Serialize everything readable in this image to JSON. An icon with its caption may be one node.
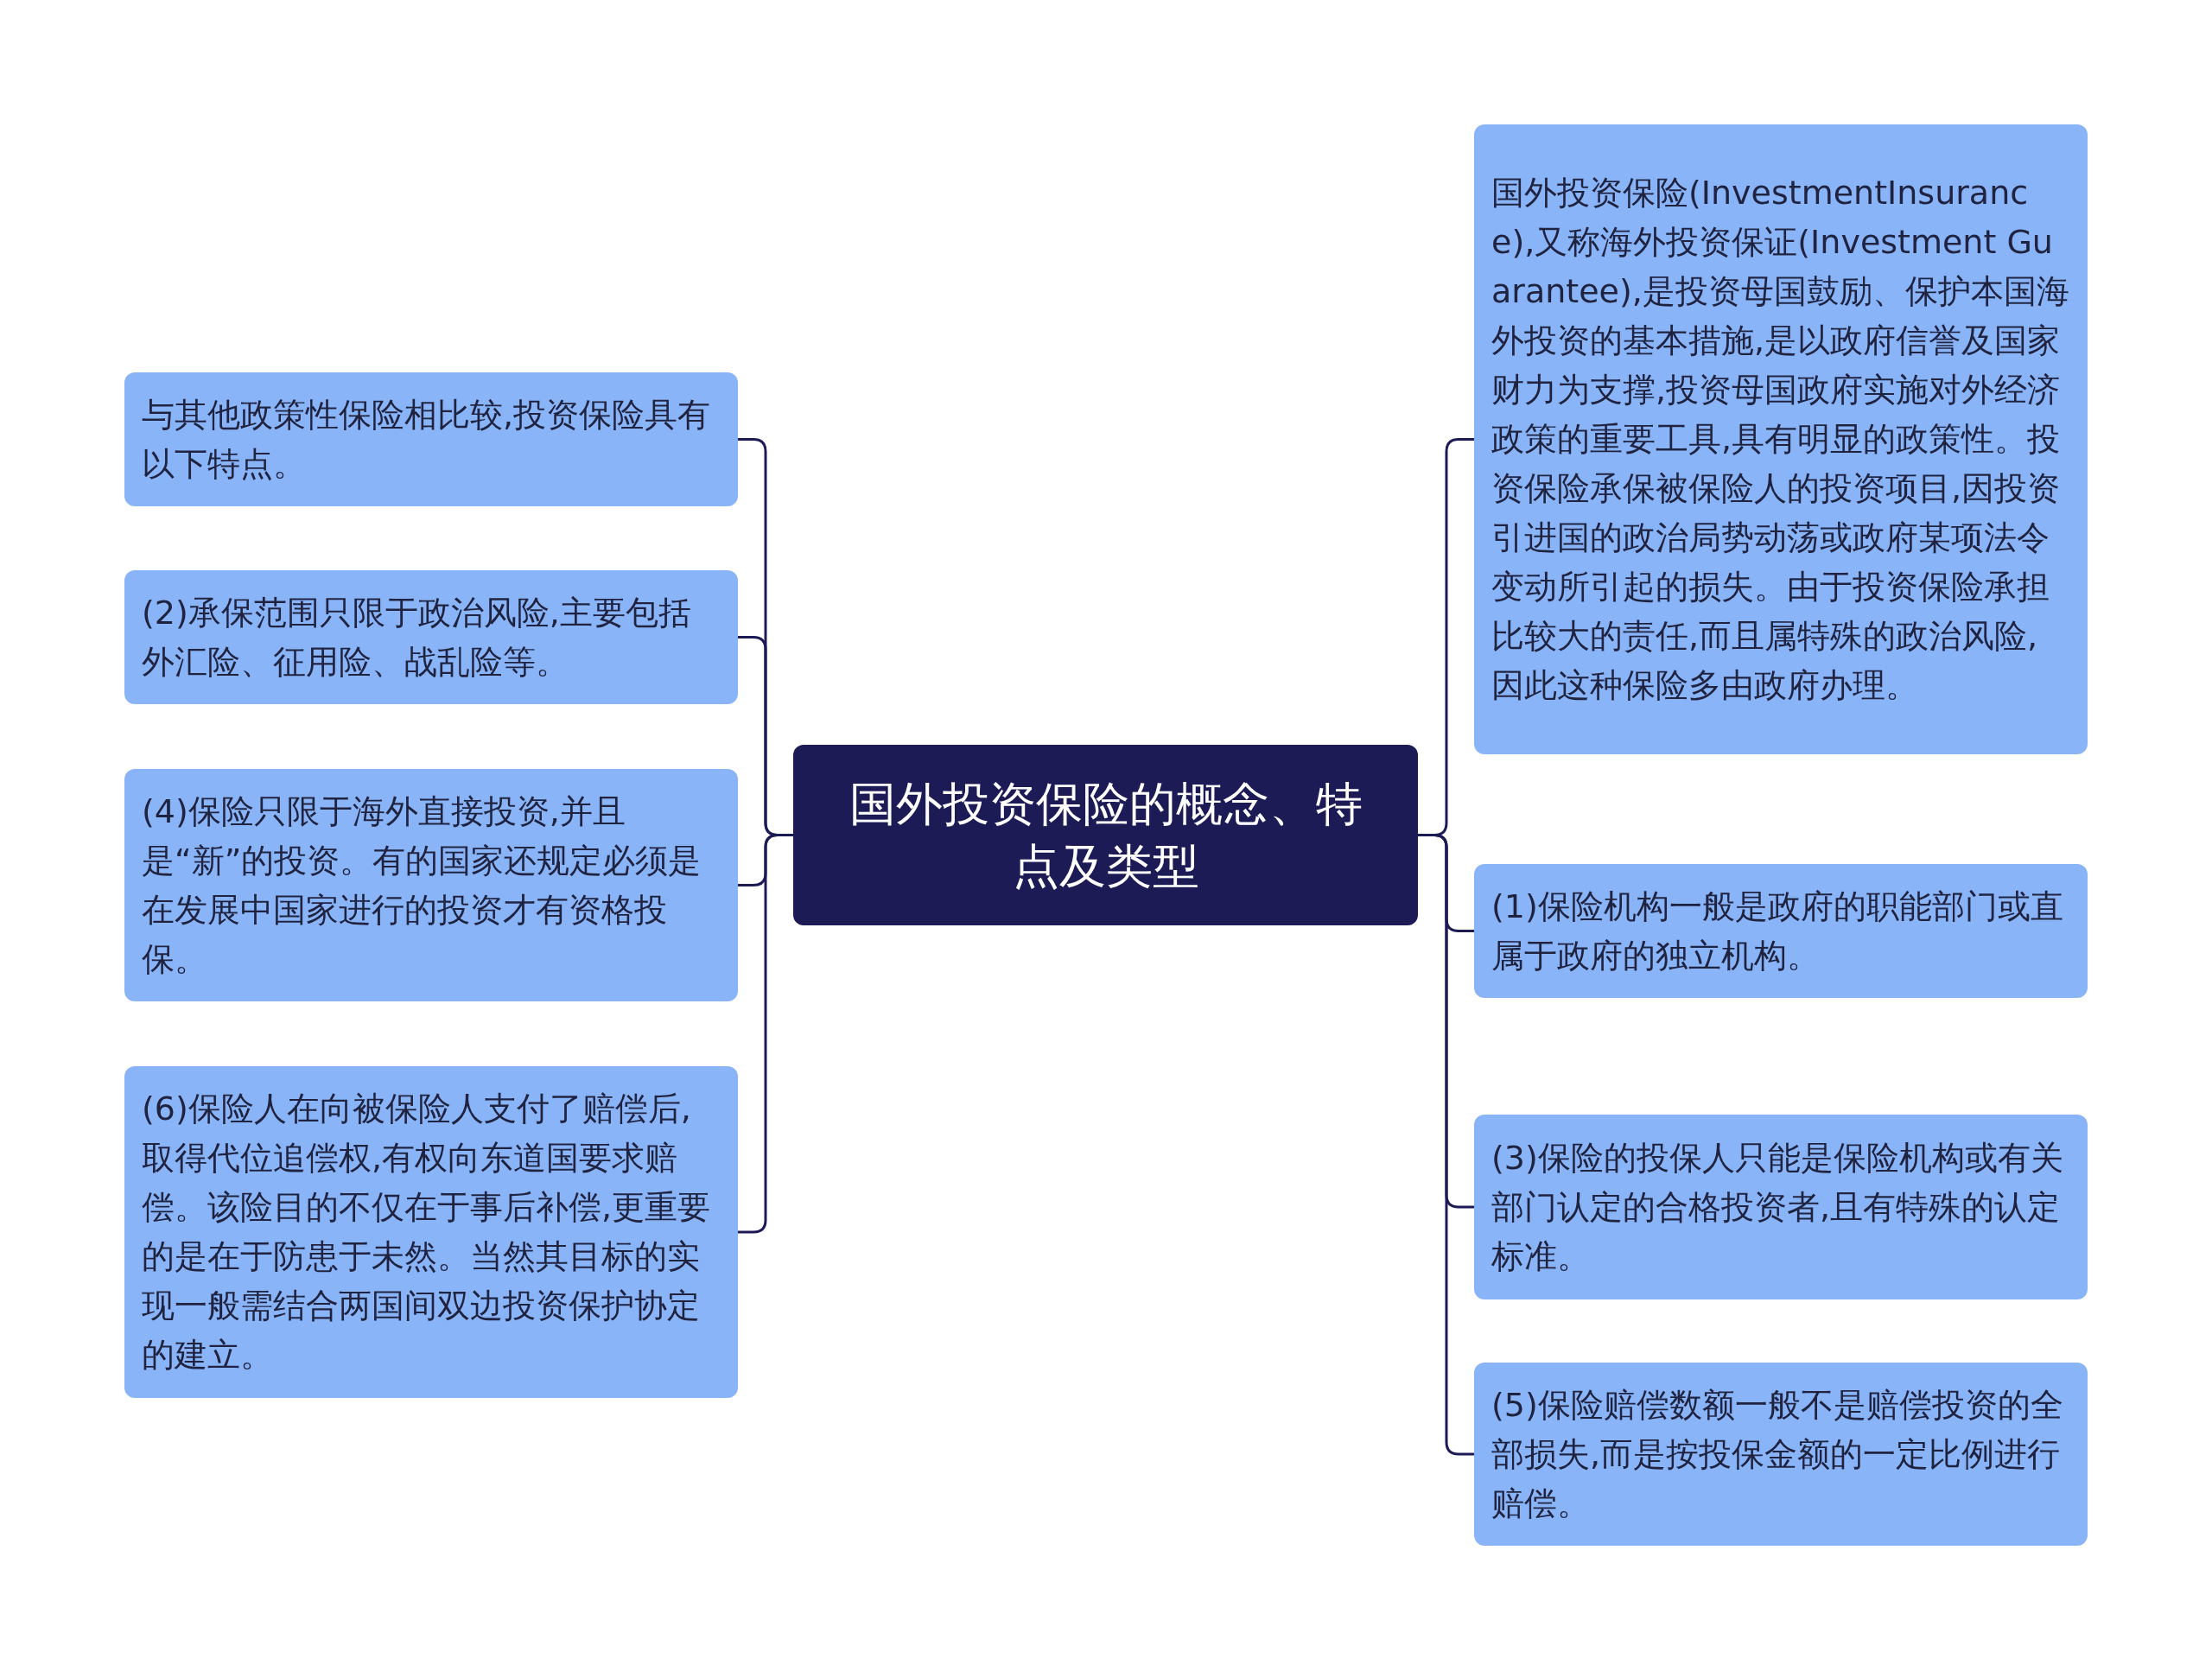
{
  "diagram": {
    "nodes": [
      {
        "text": [
          "国外投资保险的概念、特点及类型"
        ]
      },
      {
        "text": [
          "与其他政策性保险相比较,投资保险具有以下特点。"
        ]
      },
      {
        "text": [
          "(2)承保范围只限于政治风险,主要包括外汇险、征用险、战乱险等。"
        ]
      },
      {
        "text": [
          "(4)保险只限于海外直接投资,并且是“新”的投资。有的国家还规定必须是在发展中国家进行的投资才有资格投保。"
        ]
      },
      {
        "text": [
          "(6)保险人在向被保险人支付了赔偿后,取得代位追偿权,有权向东道国要求赔偿。该险目的不仅在于事后补偿,更重要的是在于防患于未然。当然其目标的实现一般需结合两国间双边投资保护协定的建立。"
        ]
      },
      {
        "text": [
          "国外投资保险(InvestmentInsurance),又称海外投资保证(Investment Guarantee),是投资母国鼓励、保护本国海外投资的基本措施,是以政府信誉及国家财力为支撑,投资母国政府实施对外经济政策的重要工具,具有明显的政策性。投资保险承保被保险人的投资项目,因投资引进国的政治局势动荡或政府某项法令变动所引起的损失。由于投资保险承担比较大的责任,而且属特殊的政治风险,因此这种保险多由政府办理。"
        ]
      },
      {
        "text": [
          "(1)保险机构一般是政府的职能部门或直属于政府的独立机构。"
        ]
      },
      {
        "text": [
          "(3)保险的投保人只能是保险机构或有关部门认定的合格投资者,且有特殊的认定标准。"
        ]
      },
      {
        "text": [
          "(5)保险赔偿数额一般不是赔偿投资的全部损失,而是按投保金额的一定比例进行赔偿。"
        ]
      }
    ],
    "edges": [
      {
        "from": 0,
        "to": 1,
        "arrow": "none"
      },
      {
        "from": 0,
        "to": 2,
        "arrow": "none"
      },
      {
        "from": 0,
        "to": 3,
        "arrow": "none"
      },
      {
        "from": 0,
        "to": 4,
        "arrow": "none"
      },
      {
        "from": 0,
        "to": 5,
        "arrow": "none"
      },
      {
        "from": 0,
        "to": 6,
        "arrow": "none"
      },
      {
        "from": 0,
        "to": 7,
        "arrow": "none"
      },
      {
        "from": 0,
        "to": 8,
        "arrow": "none"
      }
    ]
  }
}
